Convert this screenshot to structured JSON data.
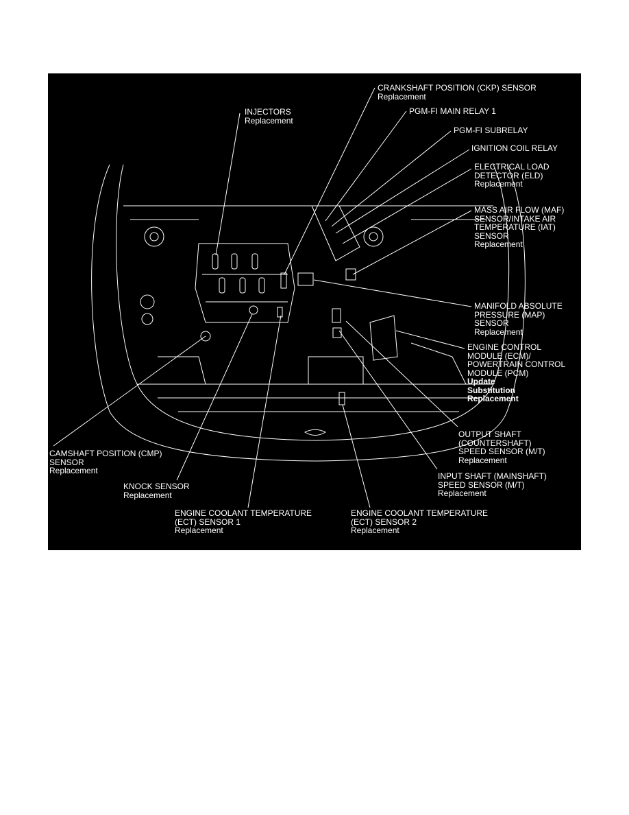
{
  "labels": {
    "injectors": {
      "title": "INJECTORS",
      "sub": "Replacement"
    },
    "ckp": {
      "title": "CRANKSHAFT POSITION (CKP) SENSOR",
      "sub": "Replacement"
    },
    "main_relay": {
      "title": "PGM-FI MAIN RELAY 1"
    },
    "subrelay": {
      "title": "PGM-FI SUBRELAY"
    },
    "ign_relay": {
      "title": "IGNITION COIL RELAY"
    },
    "eld": {
      "l1": "ELECTRICAL LOAD",
      "l2": "DETECTOR (ELD)",
      "sub": "Replacement"
    },
    "maf": {
      "l1": "MASS AIR FLOW (MAF)",
      "l2": "SENSOR/INTAKE AIR",
      "l3": "TEMPERATURE (IAT)",
      "l4": "SENSOR",
      "sub": "Replacement"
    },
    "map": {
      "l1": "MANIFOLD ABSOLUTE",
      "l2": "PRESSURE (MAP)",
      "l3": "SENSOR",
      "sub": "Replacement"
    },
    "ecm": {
      "l1": "ENGINE CONTROL",
      "l2": "MODULE (ECM)/",
      "l3": "POWERTRAIN CONTROL",
      "l4": "MODULE (PCM)",
      "a1": "Update",
      "a2": "Substitution",
      "a3": "Replacement"
    },
    "output_shaft": {
      "l1": "OUTPUT SHAFT",
      "l2": "(COUNTERSHAFT)",
      "l3": "SPEED SENSOR (M/T)",
      "sub": "Replacement"
    },
    "input_shaft": {
      "l1": "INPUT SHAFT (MAINSHAFT)",
      "l2": "SPEED SENSOR (M/T)",
      "sub": "Replacement"
    },
    "ect2": {
      "l1": "ENGINE COOLANT TEMPERATURE",
      "l2": "(ECT) SENSOR 2",
      "sub": "Replacement"
    },
    "ect1": {
      "l1": "ENGINE COOLANT TEMPERATURE",
      "l2": "(ECT) SENSOR 1",
      "sub": "Replacement"
    },
    "knock": {
      "l1": "KNOCK SENSOR",
      "sub": "Replacement"
    },
    "cmp": {
      "l1": "CAMSHAFT POSITION (CMP)",
      "l2": "SENSOR",
      "sub": "Replacement"
    }
  }
}
